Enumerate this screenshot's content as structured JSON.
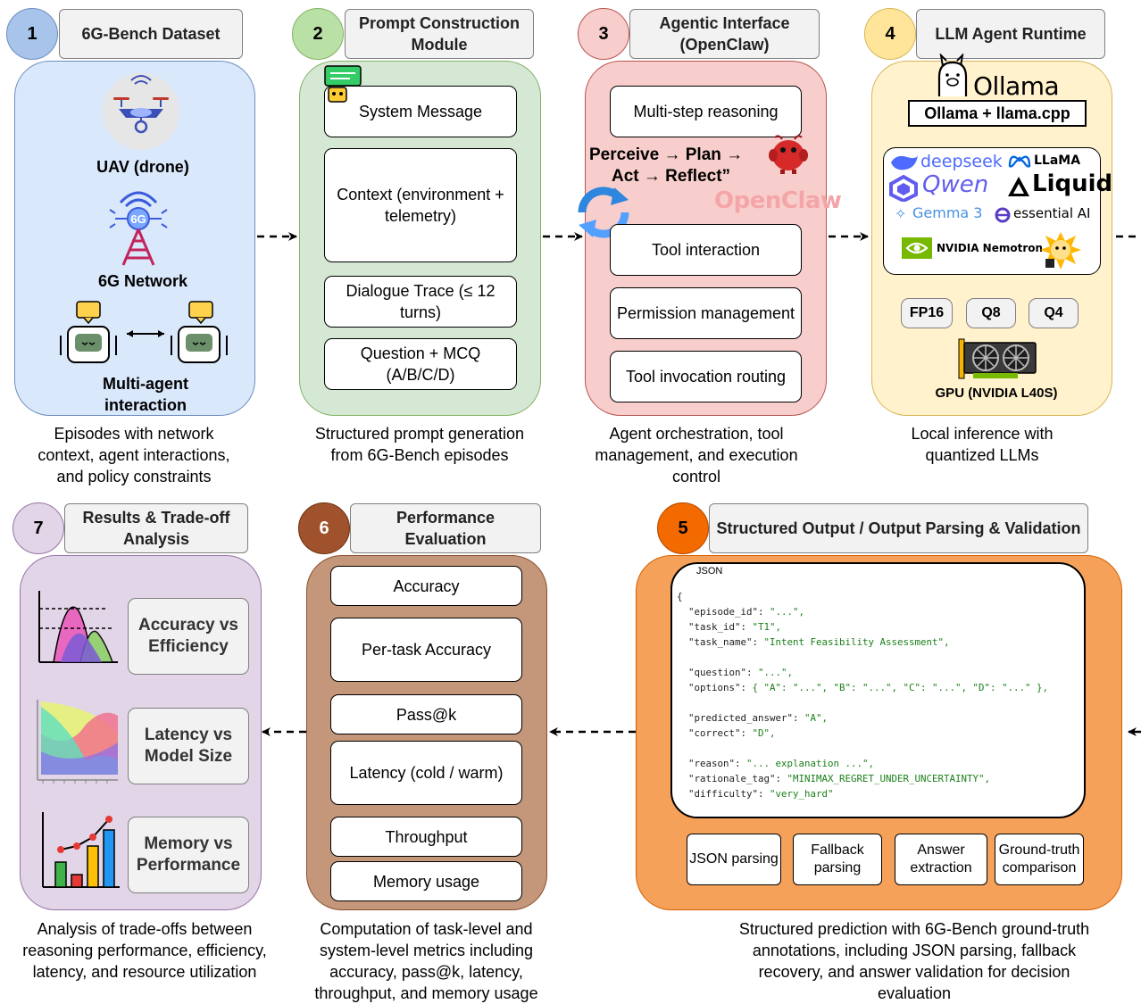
{
  "stages": {
    "s1": {
      "num": "1",
      "title": "6G-Bench Dataset",
      "items": [
        "UAV (drone)",
        "6G Network",
        "Multi-agent interaction"
      ],
      "caption": "Episodes with network context, agent interactions, and policy constraints"
    },
    "s2": {
      "num": "2",
      "title": "Prompt Construction Module",
      "boxes": [
        "System Message",
        "Context (environment + telemetry)",
        "Dialogue Trace (≤ 12 turns)",
        "Question + MCQ (A/B/C/D)"
      ],
      "caption": "Structured prompt generation from 6G-Bench episodes"
    },
    "s3": {
      "num": "3",
      "title": "Agentic Interface (OpenClaw)",
      "boxes": [
        "Multi-step reasoning",
        "Tool interaction",
        "Permission management",
        "Tool invocation routing"
      ],
      "loop_line1": "Perceive → Plan →",
      "loop_line2": "Act → Reflect”",
      "brand": "OpenClaw",
      "caption": "Agent orchestration, tool management, and execution control"
    },
    "s4": {
      "num": "4",
      "title": "LLM Agent Runtime",
      "ollama": "Ollama",
      "runtime_label": "Ollama + llama.cpp",
      "models": [
        "deepseek",
        "LLaMA",
        "Qwen",
        "Liquid",
        "Gemma 3",
        "essential AI",
        "NVIDIA Nemotron"
      ],
      "quant": [
        "FP16",
        "Q8",
        "Q4"
      ],
      "gpu": "GPU (NVIDIA L40S)",
      "caption": "Local inference with quantized LLMs"
    },
    "s5": {
      "num": "5",
      "title": "Structured Output / Output Parsing & Validation",
      "json_label": "JSON",
      "json": {
        "episode_id": "\"...\",",
        "task_id": "\"T1\",",
        "task_name": "\"Intent Feasibility Assessment\",",
        "question": "\"...\",",
        "options": "{ \"A\": \"...\", \"B\": \"...\", \"C\": \"...\", \"D\": \"...\" },",
        "predicted_answer": "\"A\",",
        "correct": "\"D\",",
        "reason": "\"... explanation ...\",",
        "rationale_tag": "\"MINIMAX_REGRET_UNDER_UNCERTAINTY\",",
        "difficulty": "\"very_hard\""
      },
      "buttons": [
        "JSON parsing",
        "Fallback parsing",
        "Answer extraction",
        "Ground-truth comparison"
      ],
      "caption": "Structured prediction with 6G-Bench ground-truth annotations, including JSON parsing, fallback recovery, and answer validation for decision evaluation"
    },
    "s6": {
      "num": "6",
      "title": "Performance Evaluation",
      "metrics": [
        "Accuracy",
        "Per-task Accuracy",
        "Pass@k",
        "Latency (cold / warm)",
        "Throughput",
        "Memory usage"
      ],
      "caption": "Computation of task-level and system-level metrics including accuracy, pass@k, latency, throughput, and memory usage"
    },
    "s7": {
      "num": "7",
      "title": "Results & Trade-off Analysis",
      "items": [
        "Accuracy vs Efficiency",
        "Latency vs Model Size",
        "Memory vs Performance"
      ],
      "caption": "Analysis of trade-offs between reasoning performance, efficiency, latency, and resource utilization"
    }
  },
  "colors": {
    "s1_fill": "#dae8fc",
    "s1_border": "#6c8ebf",
    "s2_fill": "#d5e8d4",
    "s2_border": "#82b366",
    "s3_fill": "#f8cecc",
    "s3_border": "#b85450",
    "s4_fill": "#fff2cc",
    "s4_border": "#d6b656",
    "s5_fill": "#f5a15a",
    "s5_border": "#d45f00",
    "s6_fill": "#c4977a",
    "s6_border": "#8b4f2c",
    "s7_fill": "#e1d5e7",
    "s7_border": "#9673a6"
  }
}
